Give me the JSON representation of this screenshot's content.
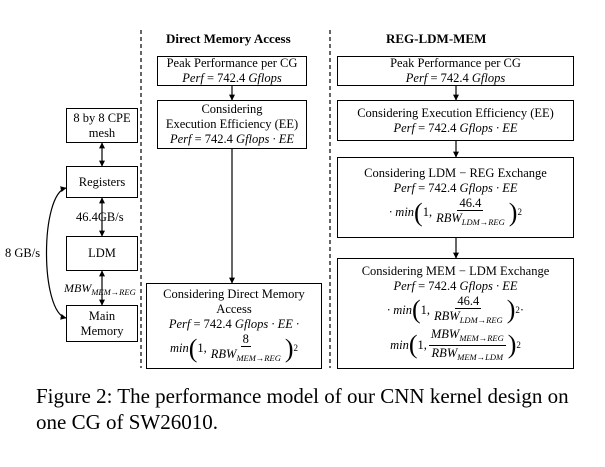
{
  "headers": {
    "dma": "Direct Memory Access",
    "reg": "REG-LDM-MEM"
  },
  "hierarchy": {
    "cpe_mesh": "8 by 8 CPE mesh",
    "registers": "Registers",
    "ldm": "LDM",
    "main_memory": "Main Memory",
    "reg_ldm_bw": "46.4GB/s",
    "mem_bw": "8 GB/s",
    "mbw_label": "MBW",
    "mbw_sub": "MEM→REG"
  },
  "dma": {
    "peak_title": "Peak Performance per CG",
    "perf_lhs": "Perf",
    "eq": " = 742.4 ",
    "gflops": "Gflops",
    "ee_title1": "Considering",
    "ee_title2": "Execution Efficiency (EE)",
    "ee_tail": " · EE",
    "final_title": "Considering Direct Memory Access",
    "final_tail": " · EE ·",
    "min": "min",
    "one": "1,",
    "num": "8",
    "rbw": "RBW",
    "rbw_sub": "MEM→REG",
    "exp": "2"
  },
  "reg": {
    "peak_title": "Peak Performance per CG",
    "ee_title": "Considering Execution Efficiency (EE)",
    "ldm_title": "Considering LDM − REG Exchange",
    "mem_title": "Considering MEM − LDM Exchange",
    "num1": "46.4",
    "rbw1_sub": "LDM→REG",
    "mbw": "MBW",
    "mbw_sub": "MEM→REG",
    "rbw2_sub": "MEM→LDM",
    "min_a": "· min",
    "min_b": "· min",
    "min_c": "min",
    "dot_end": " ·"
  },
  "caption": "Figure 2: The performance model of our CNN kernel design on one CG of SW26010."
}
